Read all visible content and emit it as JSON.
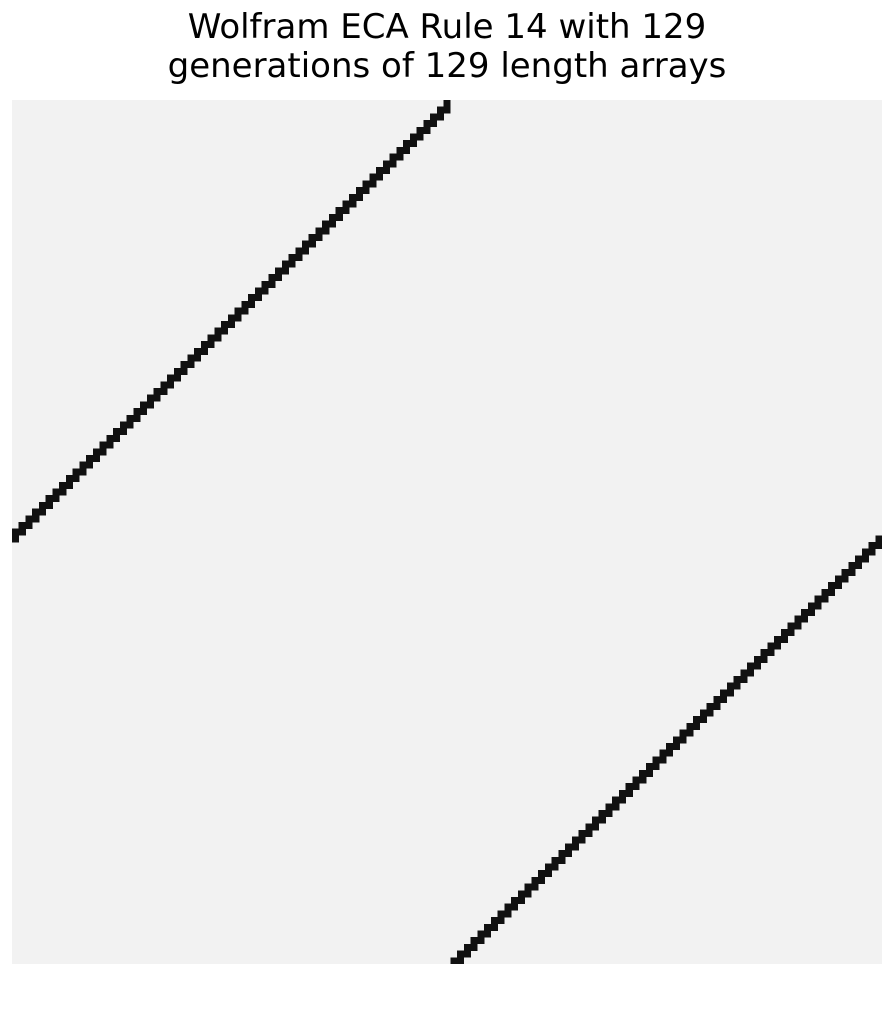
{
  "chart_data": {
    "type": "heatmap",
    "title_lines": [
      "Wolfram ECA Rule 14 with 129",
      "generations of 129 length arrays"
    ],
    "rule": 14,
    "generations": 129,
    "width": 129,
    "initial_state": "single live cell at center",
    "boundary": "periodic",
    "colors": {
      "live": "#111111",
      "dead": "#f2f2f2"
    },
    "grid": false,
    "axes_visible": false
  }
}
